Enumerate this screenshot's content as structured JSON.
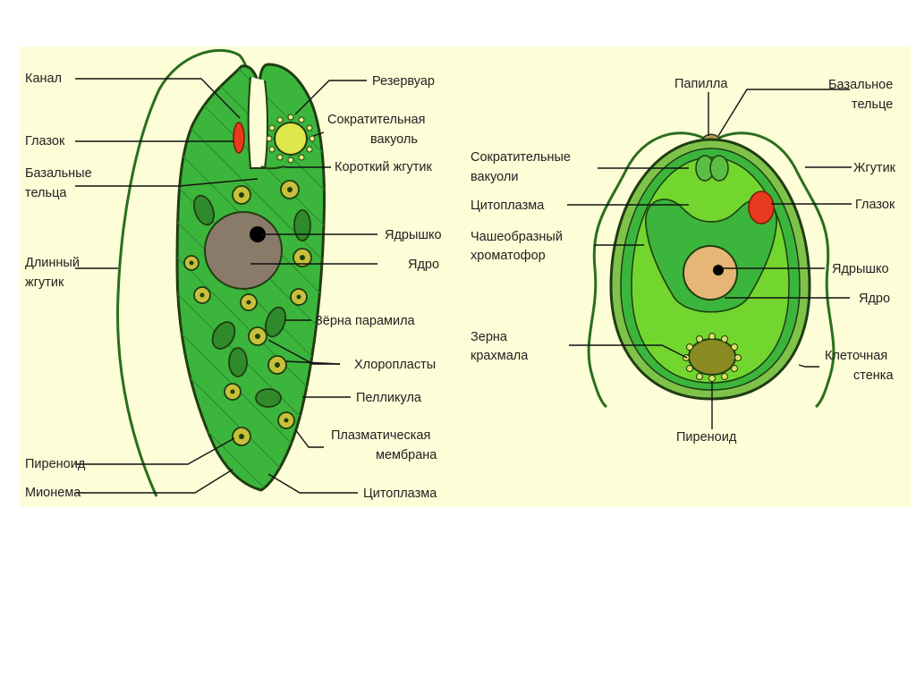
{
  "colors": {
    "background": "#fdfdd8",
    "cell_green": "#3cb53c",
    "inner_green": "#72d62e",
    "outline": "#1f3d12",
    "eyespot_red": "#e83a1e",
    "nucleus_tan": "#e6b676",
    "nucleus_grey": "#8a7a6a",
    "chloroplast_dark": "#2f8a2b",
    "paramylon_yellow": "#c8c03a",
    "vacuole_yellow": "#dde64a"
  },
  "euglena": {
    "labels_left": {
      "canal": "Канал",
      "eyespot": "Глазок",
      "basal_bodies": [
        "Базальные",
        "тельца"
      ],
      "long_flagellum": [
        "Длинный",
        "жгутик"
      ],
      "pyrenoid": "Пиреноид",
      "myoneme": "Мионема"
    },
    "labels_right": {
      "reservoir": "Резервуар",
      "contractile_vacuole": [
        "Сократительная",
        "вакуоль"
      ],
      "short_flagellum": "Короткий жгутик",
      "nucleolus": "Ядрышко",
      "nucleus": "Ядро",
      "paramylon_grains": "Зёрна парамила",
      "chloroplasts": "Хлоропласты",
      "pellicle": "Пелликула",
      "plasma_membrane": [
        "Плазматическая",
        "мембрана"
      ],
      "cytoplasm": "Цитоплазма"
    }
  },
  "chlamydomonas": {
    "labels_left": {
      "contractile_vacuoles": [
        "Сократительные",
        "вакуоли"
      ],
      "cytoplasm": "Цитоплазма",
      "chromatophore": [
        "Чашеобразный",
        "хроматофор"
      ],
      "starch_grains": [
        "Зерна",
        "крахмала"
      ]
    },
    "labels_top": {
      "papilla": "Папилла"
    },
    "labels_right": {
      "basal_body": [
        "Базальное",
        "тельце"
      ],
      "flagellum": "Жгутик",
      "eyespot": "Глазок",
      "nucleolus": "Ядрышко",
      "nucleus": "Ядро",
      "cell_wall": [
        "Клеточная",
        "стенка"
      ]
    },
    "labels_bottom": {
      "pyrenoid": "Пиреноид"
    }
  }
}
